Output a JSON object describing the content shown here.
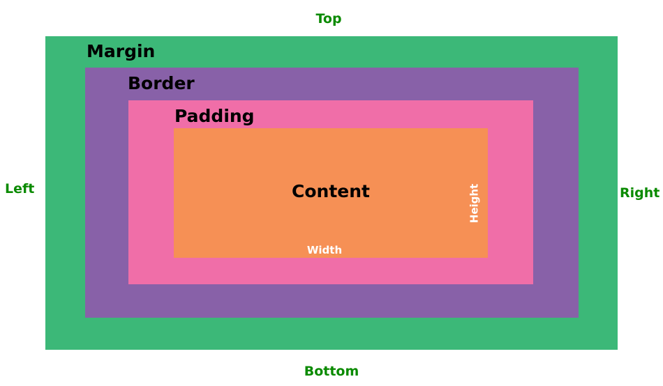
{
  "labels": {
    "top": "Top",
    "bottom": "Bottom",
    "left": "Left",
    "right": "Right",
    "margin": "Margin",
    "border": "Border",
    "padding": "Padding",
    "content": "Content",
    "width": "Width",
    "height": "Height"
  },
  "colors": {
    "margin": "#3cb878",
    "border": "#8861a8",
    "padding": "#f06ea8",
    "content": "#f69055",
    "side_labels": "#0a8a00",
    "layer_labels": "#000000",
    "dimension_labels": "#ffffff"
  }
}
